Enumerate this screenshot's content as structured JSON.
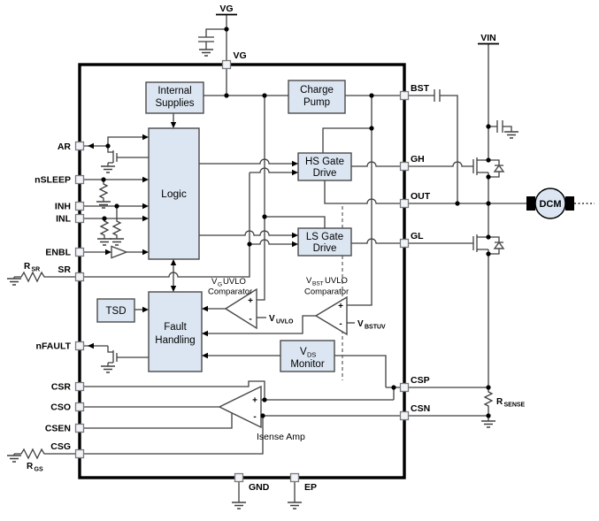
{
  "supplies": {
    "vg_top": "VG",
    "vin": "VIN"
  },
  "pins": {
    "top": {
      "vg": "VG"
    },
    "right": {
      "bst": "BST",
      "gh": "GH",
      "out": "OUT",
      "gl": "GL",
      "csp": "CSP",
      "csn": "CSN"
    },
    "left": {
      "ar": "AR",
      "nsleep": "nSLEEP",
      "inh": "INH",
      "inl": "INL",
      "enbl": "ENBL",
      "sr": "SR",
      "nfault": "nFAULT",
      "csr": "CSR",
      "cso": "CSO",
      "csen": "CSEN",
      "csg": "CSG"
    },
    "bottom": {
      "gnd": "GND",
      "ep": "EP"
    }
  },
  "blocks": {
    "internal_supplies": {
      "line1": "Internal",
      "line2": "Supplies"
    },
    "charge_pump": {
      "line1": "Charge",
      "line2": "Pump"
    },
    "logic": {
      "label": "Logic"
    },
    "hs_gate_drive": {
      "line1": "HS Gate",
      "line2": "Drive"
    },
    "ls_gate_drive": {
      "line1": "LS Gate",
      "line2": "Drive"
    },
    "tsd": {
      "label": "TSD"
    },
    "fault_handling": {
      "line1": "Fault",
      "line2": "Handling"
    },
    "vds_monitor": {
      "main": "V",
      "sub": "DS",
      "line2": "Monitor"
    }
  },
  "comparators": {
    "vg_uvlo": {
      "pre": "V",
      "sub": "G",
      "post": "UVLO",
      "line2": "Comparator",
      "plus": "+",
      "minus": "-",
      "ref_main": "V",
      "ref_sub": "UVLO"
    },
    "vbst_uvlo": {
      "pre": "V",
      "sub": "BST",
      "post": "UVLO",
      "line2": "Comparator",
      "plus": "+",
      "minus": "-",
      "ref_main": "V",
      "ref_sub": "BSTUV"
    }
  },
  "amp": {
    "label": "Isense Amp",
    "plus": "+",
    "minus": "-"
  },
  "motor": {
    "label": "DCM"
  },
  "resistors": {
    "rsr": {
      "main": "R",
      "sub": "SR"
    },
    "rgs": {
      "main": "R",
      "sub": "GS"
    },
    "rsense": {
      "main": "R",
      "sub": "SENSE"
    }
  },
  "colors": {
    "block_fill": "#dce6f2",
    "block_stroke": "#4a4a4a",
    "wire": "#3f3f3f"
  }
}
